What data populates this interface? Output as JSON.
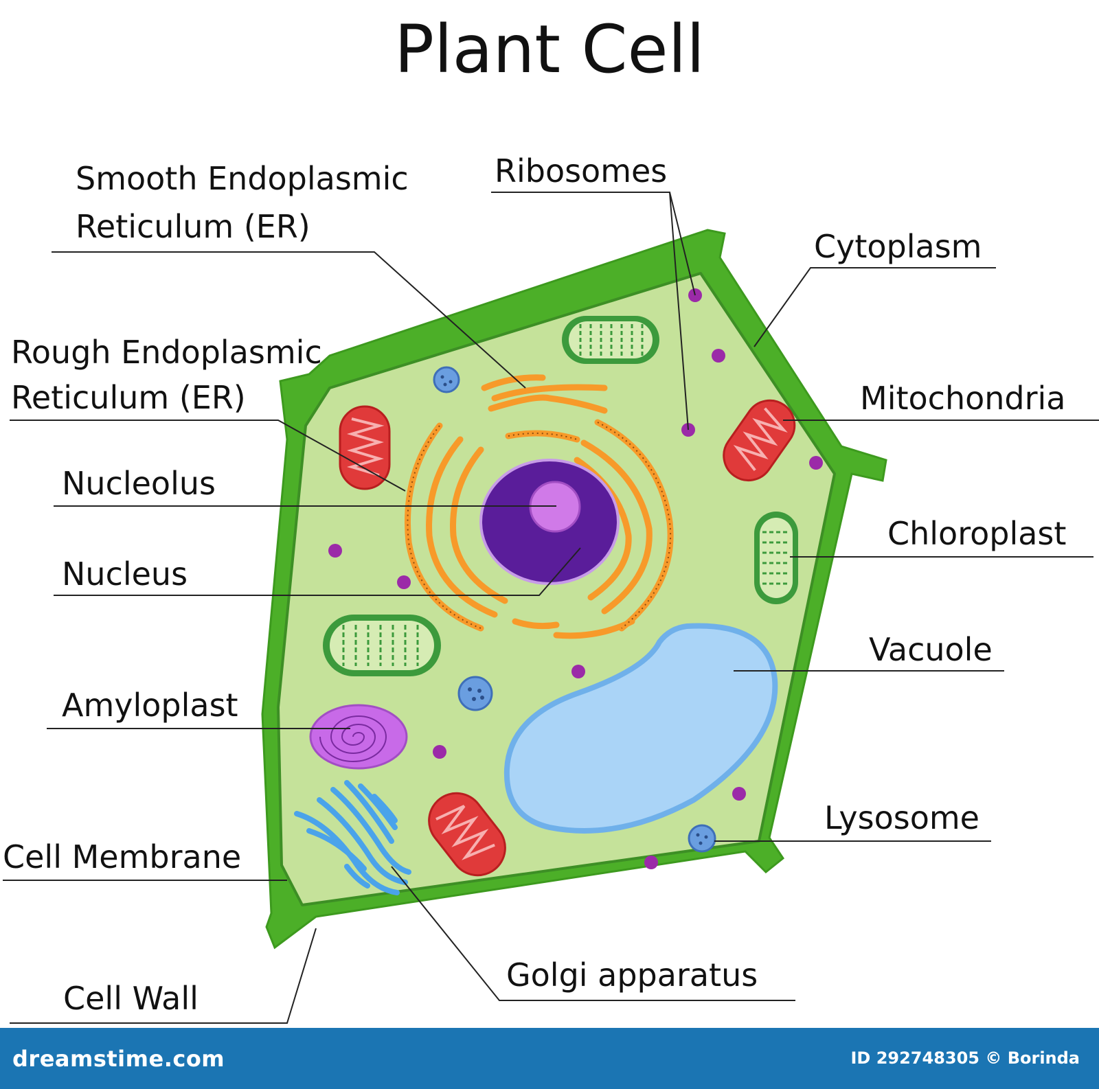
{
  "title": "Plant Cell",
  "labels": {
    "smooth_er_line1": "Smooth Endoplasmic",
    "smooth_er_line2": "Reticulum (ER)",
    "ribosomes": "Ribosomes",
    "cytoplasm": "Cytoplasm",
    "rough_er_line1": "Rough Endoplasmic",
    "rough_er_line2": "Reticulum (ER)",
    "mitochondria": "Mitochondria",
    "nucleolus": "Nucleolus",
    "chloroplast": "Chloroplast",
    "nucleus": "Nucleus",
    "vacuole": "Vacuole",
    "amyloplast": "Amyloplast",
    "lysosome": "Lysosome",
    "cell_membrane": "Cell Membrane",
    "golgi": "Golgi apparatus",
    "cell_wall": "Cell Wall"
  },
  "footer": {
    "brand": "dreamstime.com",
    "id_text": "ID 292748305 © Borinda"
  },
  "colors": {
    "cell_wall": "#4caf28",
    "cytoplasm": "#c5e29a",
    "chloroplast": "#3c9a3c",
    "mitochondria": "#e03a3a",
    "nucleus": "#5a1d9a",
    "nucleolus": "#d07ae8",
    "er": "#f79a2a",
    "vacuole": "#aad4f7",
    "golgi": "#4aa3ea",
    "amyloplast": "#c86ae8",
    "ribosome": "#9b2aa8",
    "lysosome": "#6a9ee0",
    "footer": "#1b75b3"
  }
}
